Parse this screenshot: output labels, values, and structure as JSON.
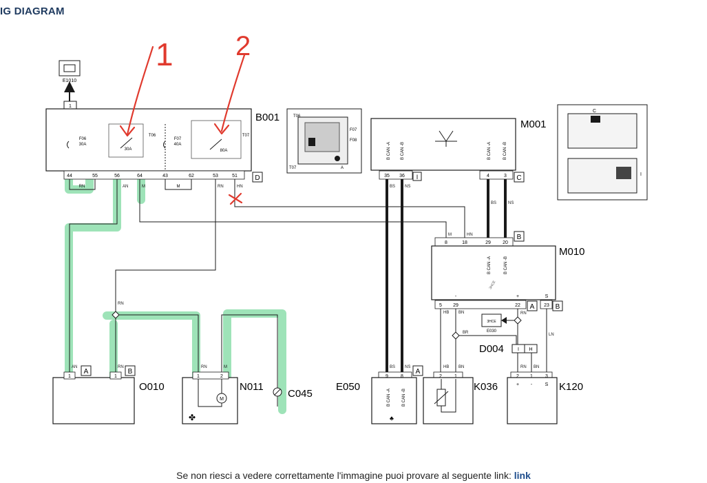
{
  "header": {
    "title": "IG DIAGRAM"
  },
  "annotations": {
    "mark1": "1",
    "mark2": "2"
  },
  "colors": {
    "highlight": "#7ed9a0",
    "pen": "#e03a2e",
    "wire": "#1a1a1a",
    "link": "#1e4d8c"
  },
  "components": {
    "e1010": {
      "label": "E1010",
      "pin": "1"
    },
    "b001": {
      "label": "B001",
      "connector": "D",
      "fuse_f06": "F06",
      "fuse_f06_rating": "30A",
      "relay_t06_rating": "30A",
      "relay_t06": "T06",
      "fuse_f07": "F07",
      "fuse_f07_rating": "40A",
      "relay_t07_rating": "80A",
      "relay_t07": "T07",
      "pins": [
        "44",
        "55",
        "56",
        "64",
        "43",
        "62",
        "53",
        "51"
      ]
    },
    "b001_locator": {
      "labels": [
        "T06",
        "F07",
        "F08",
        "T07",
        "A"
      ]
    },
    "m001": {
      "label": "M001",
      "connector_left": "I",
      "connector_right": "C",
      "pins": [
        "35",
        "36",
        "4",
        "3"
      ],
      "signals": [
        "B CAN -A",
        "B CAN -B",
        "B CAN -A",
        "B CAN -B"
      ]
    },
    "m001_locator": {
      "labels": [
        "C",
        "I"
      ]
    },
    "m010": {
      "label": "M010",
      "connector_top": "B",
      "connector_bottom_a": "A",
      "connector_bottom_b": "B",
      "pins_top": [
        "8",
        "18",
        "29",
        "20"
      ],
      "signals_top": [
        "B CAN -A",
        "B CAN -B"
      ],
      "pins_bottom": [
        "5",
        "29",
        "22",
        "23"
      ],
      "marks_bottom": [
        "-",
        "+",
        "S"
      ],
      "inner_text": "3HCE"
    },
    "e030": {
      "label": "E030",
      "inner_text": "3HCE"
    },
    "d004": {
      "label": "D004",
      "pins": [
        "I",
        "H"
      ]
    },
    "o010": {
      "label": "O010",
      "conn_a": "A",
      "conn_b": "B",
      "pins": [
        "1",
        "1"
      ]
    },
    "n011": {
      "label": "N011",
      "pins": [
        "1",
        "2"
      ],
      "motor": "M"
    },
    "c045": {
      "label": "C045"
    },
    "e050": {
      "label": "E050",
      "connector": "A",
      "pins": [
        "9",
        "8"
      ],
      "signals": [
        "B CAN -A",
        "B CAN -B"
      ]
    },
    "k036": {
      "label": "K036",
      "pins": [
        "2",
        "1"
      ]
    },
    "k120": {
      "label": "K120",
      "pins": [
        "2",
        "1",
        "3"
      ],
      "marks": [
        "+",
        "-",
        "S"
      ]
    }
  },
  "wires": {
    "rn": "RN",
    "an": "AN",
    "m": "M",
    "hn": "HN",
    "bs": "BS",
    "ns": "NS",
    "hb": "HB",
    "bn": "BN",
    "br": "BR",
    "ln": "LN"
  },
  "footer": {
    "text": "Se non riesci a vedere correttamente l'immagine puoi provare al seguente link:",
    "link_label": "link"
  }
}
